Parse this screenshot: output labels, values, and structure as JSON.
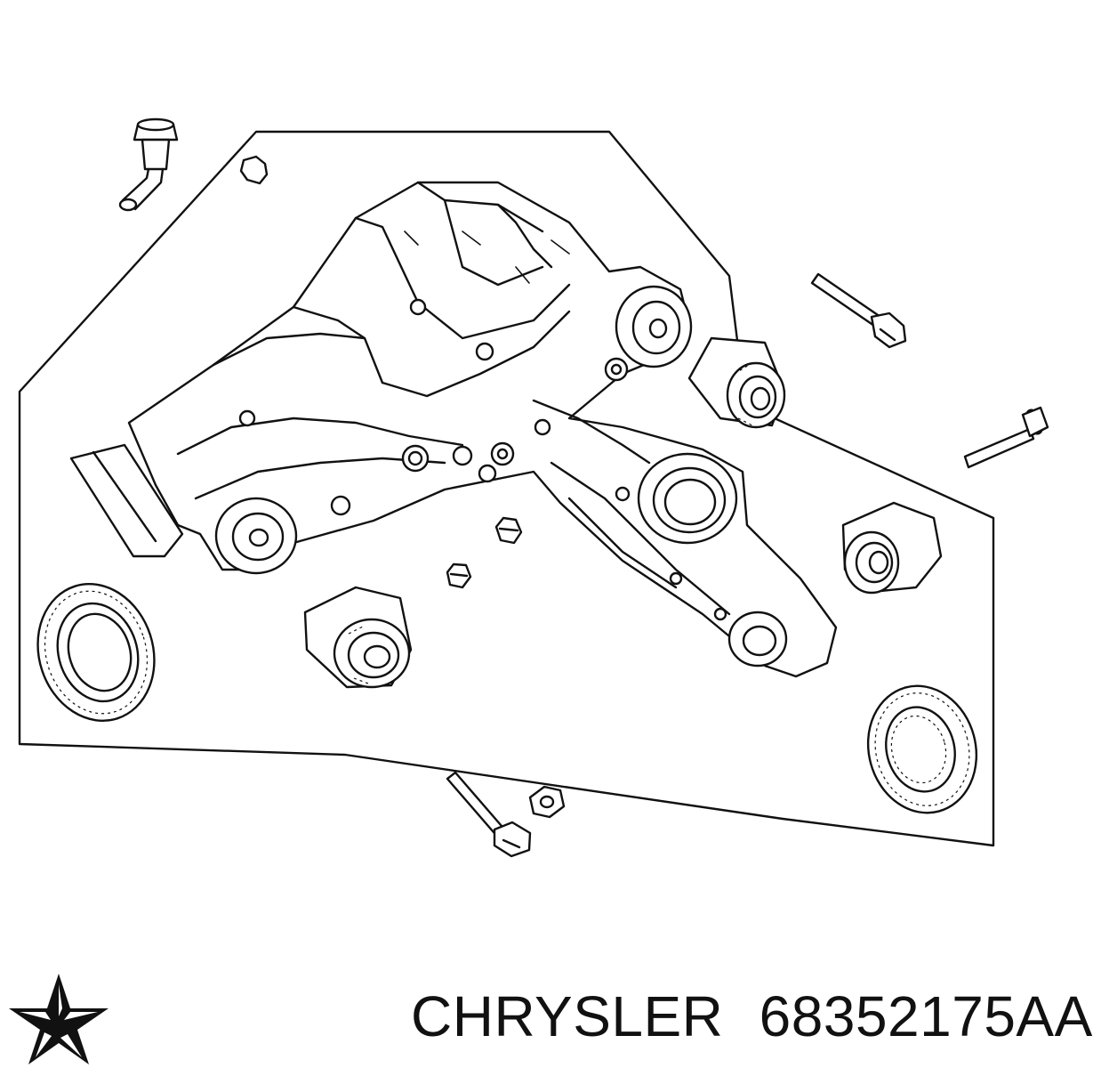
{
  "caption": {
    "brand": "CHRYSLER",
    "part_number": "68352175AA"
  },
  "logo": {
    "icon": "chrysler-pentastar-icon",
    "color": "#111111"
  },
  "diagram": {
    "line_color": "#111111",
    "background": "#ffffff",
    "parts": [
      "vent-tube",
      "vent-clip",
      "differential-housing",
      "mount-bolt",
      "mount-bolt",
      "mount-bolt",
      "bushing",
      "bushing",
      "bushing",
      "axle-seal",
      "axle-seal",
      "dowel",
      "dowel",
      "nut"
    ]
  }
}
